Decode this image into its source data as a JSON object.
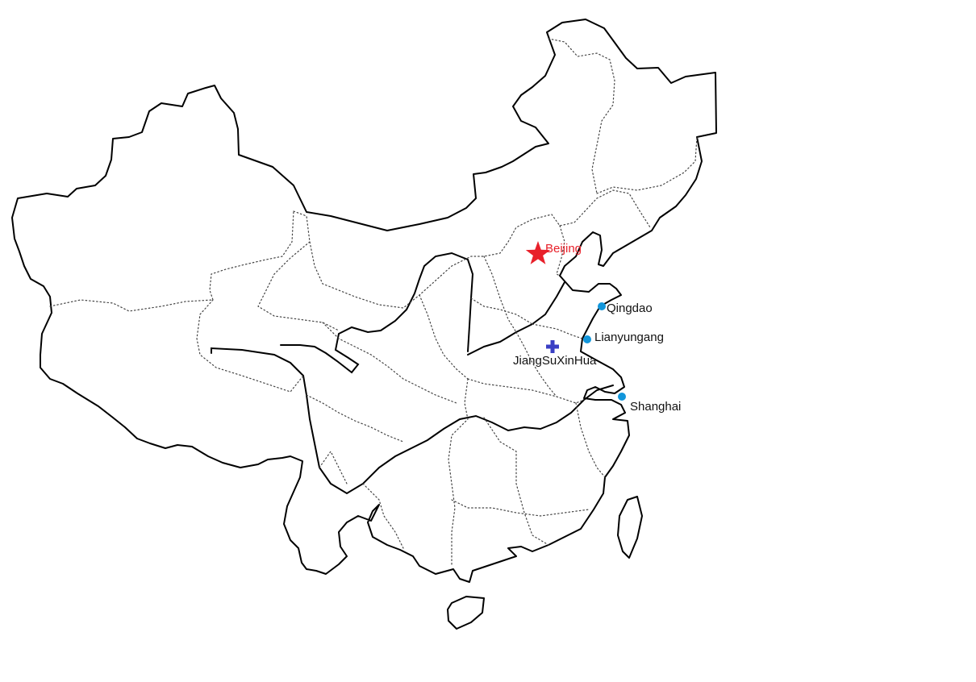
{
  "map": {
    "colors": {
      "capital": "#e8202a",
      "city": "#1296db",
      "site": "#3a3fc4",
      "label": "#111111",
      "outline": "#000000"
    },
    "cities": [
      {
        "key": "beijing",
        "label": "Beijing",
        "marker": "star-icon",
        "type": "capital"
      },
      {
        "key": "qingdao",
        "label": "Qingdao",
        "marker": "dot-icon",
        "type": "city"
      },
      {
        "key": "lianyungang",
        "label": "Lianyungang",
        "marker": "dot-icon",
        "type": "city"
      },
      {
        "key": "jiangsuxinhua",
        "label": "JiangSuXinHua",
        "marker": "cross-icon",
        "type": "site"
      },
      {
        "key": "shanghai",
        "label": "Shanghai",
        "marker": "dot-icon",
        "type": "city"
      }
    ]
  }
}
